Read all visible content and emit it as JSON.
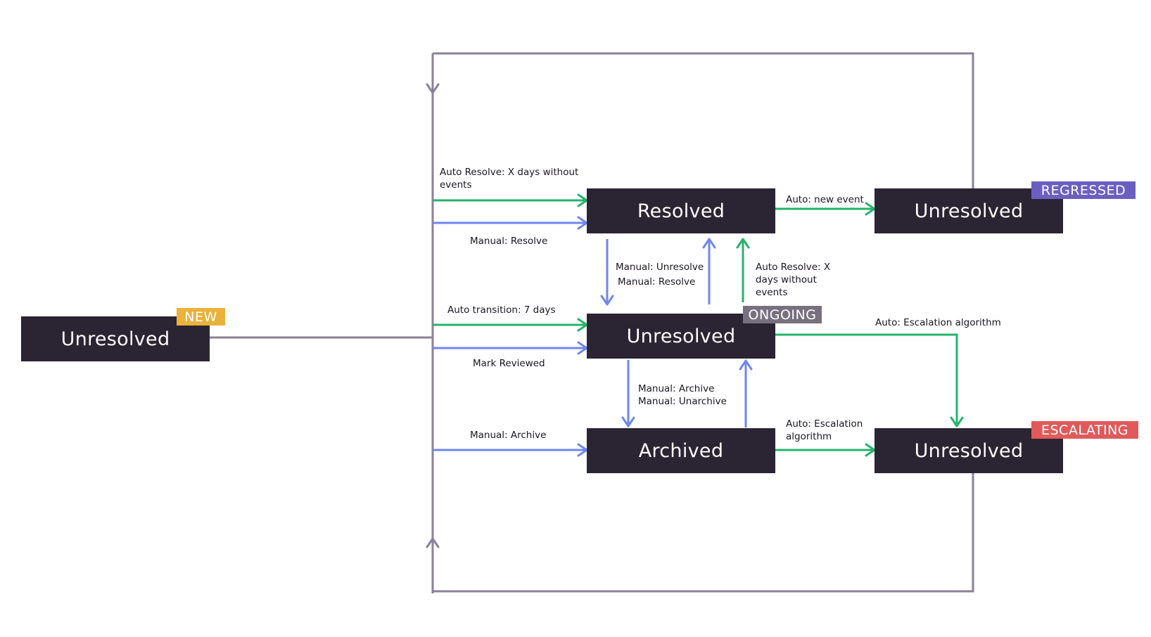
{
  "colors": {
    "node_fill": "#2b2433",
    "loop_line": "#8a8198",
    "auto_arrow": "#24b36b",
    "manual_arrow": "#6f86f0",
    "badge_new": "#e9b23a",
    "badge_ongoing": "#77707e",
    "badge_regressed": "#6a5fc1",
    "badge_escalating": "#e05a5a"
  },
  "nodes": {
    "new_unresolved": "Unresolved",
    "resolved": "Resolved",
    "ongoing_unresolved": "Unresolved",
    "archived": "Archived",
    "regressed_unresolved": "Unresolved",
    "escalating_unresolved": "Unresolved"
  },
  "badges": {
    "new": "NEW",
    "ongoing": "ONGOING",
    "regressed": "REGRESSED",
    "escalating": "ESCALATING"
  },
  "edge_labels": {
    "auto_resolve_to_resolved": [
      "Auto Resolve: X days without",
      "events"
    ],
    "manual_resolve_to_resolved": "Manual: Resolve",
    "auto_transition": "Auto transition: 7 days",
    "mark_reviewed": "Mark Reviewed",
    "manual_archive_to_archived": "Manual: Archive",
    "manual_unresolve": "Manual: Unresolve",
    "manual_resolve_mid": "Manual: Resolve",
    "auto_resolve_mid": [
      "Auto Resolve: X",
      "days without",
      "events"
    ],
    "auto_new_event": "Auto: new event",
    "auto_escalation_top": "Auto: Escalation algorithm",
    "manual_archive_mid": "Manual: Archive",
    "manual_unarchive": "Manual: Unarchive",
    "auto_escalation_bottom": [
      "Auto: Escalation",
      "algorithm"
    ]
  }
}
